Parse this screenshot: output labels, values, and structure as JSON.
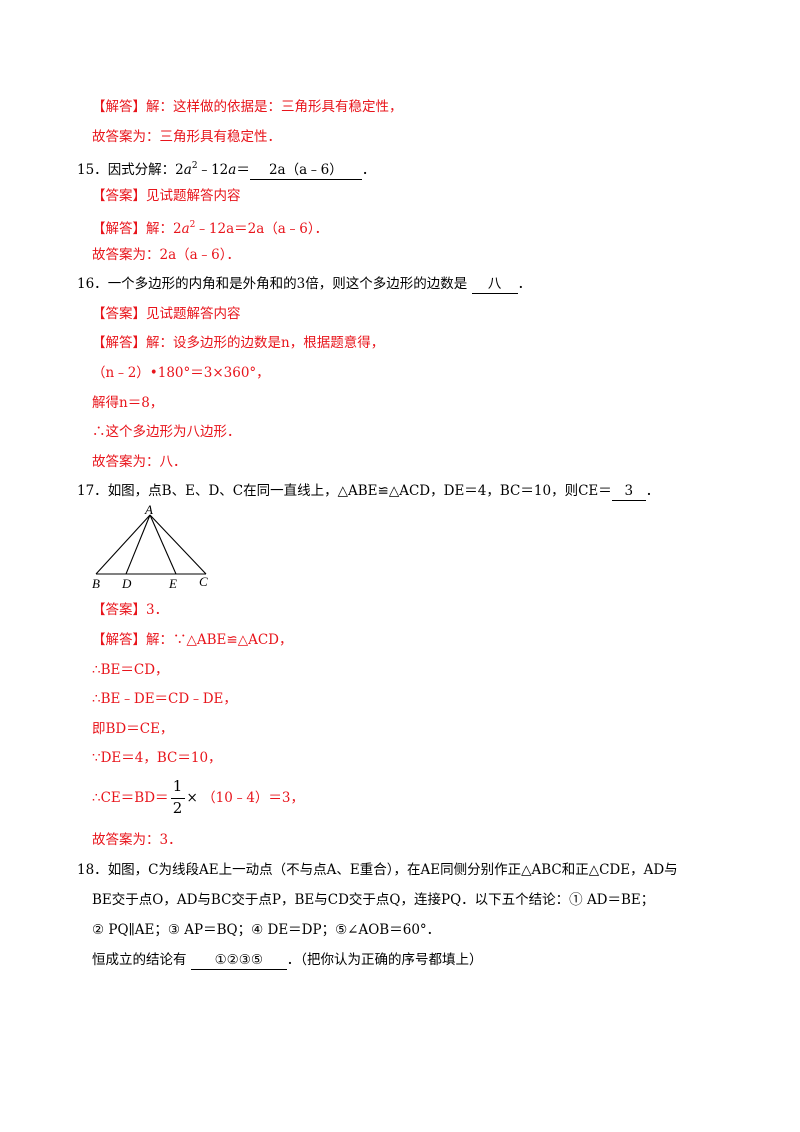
{
  "l01": "【解答】解：这样做的依据是：三角形具有稳定性，",
  "l02": "故答案为：三角形具有稳定性．",
  "q15": {
    "num": "15．",
    "prefix": "因式分解：2",
    "a": "a",
    "exp": "2",
    "mid": "﹣12",
    "a2": "a",
    "eq": "＝",
    "fill": "2a（a﹣6）",
    "end": "．",
    "answer": "【答案】见试题解答内容",
    "sol_prefix": "【解答】解：2",
    "sol_a": "a",
    "sol_exp": "2",
    "sol_rest": "﹣12a＝2a（a﹣6）．",
    "final": "故答案为：2a（a﹣6）．"
  },
  "q16": {
    "num": "16．",
    "text": "一个多边形的内角和是外角和的3倍，则这个多边形的边数是",
    "fill": "八",
    "end": "．",
    "answer": "【答案】见试题解答内容",
    "s1": "【解答】解：设多边形的边数是n，根据题意得，",
    "s2": "（n﹣2）•180°＝3×360°，",
    "s3": "解得n＝8，",
    "s4": "∴这个多边形为八边形．",
    "final": "故答案为：八．"
  },
  "q17": {
    "num": "17．",
    "text": "如图，点B、E、D、C在同一直线上，△ABE≌△ACD，DE＝4，BC＝10，则CE＝",
    "fill": "3",
    "end": "．",
    "fig": {
      "A": "A",
      "B": "B",
      "D": "D",
      "E": "E",
      "C": "C"
    },
    "answer": "【答案】3．",
    "s1": "【解答】解：∵△ABE≌△ACD，",
    "s2": "∴BE＝CD，",
    "s3": "∴BE﹣DE＝CD﹣DE，",
    "s4": "即BD＝CE，",
    "s5": "∵DE＝4，BC＝10，",
    "s6a": "∴CE＝BD＝",
    "frac_n": "1",
    "frac_d": "2",
    "times": "×",
    "s6b": "（10﹣4）＝3，",
    "final": "故答案为：3．"
  },
  "q18": {
    "num": "18．",
    "line1": "如图，C为线段AE上一动点（不与点A、E重合），在AE同侧分别作正△ABC和正△CDE，AD与",
    "line2": "BE交于点O，AD与BC交于点P，BE与CD交于点Q，连接PQ．以下五个结论：① AD＝BE；",
    "line3": "② PQ∥AE；③ AP＝BQ；④ DE＝DP；⑤∠AOB＝60°．",
    "line4a": "恒成立的结论有",
    "fill": "①②③⑤",
    "line4b": "．（把你认为正确的序号都填上）"
  }
}
